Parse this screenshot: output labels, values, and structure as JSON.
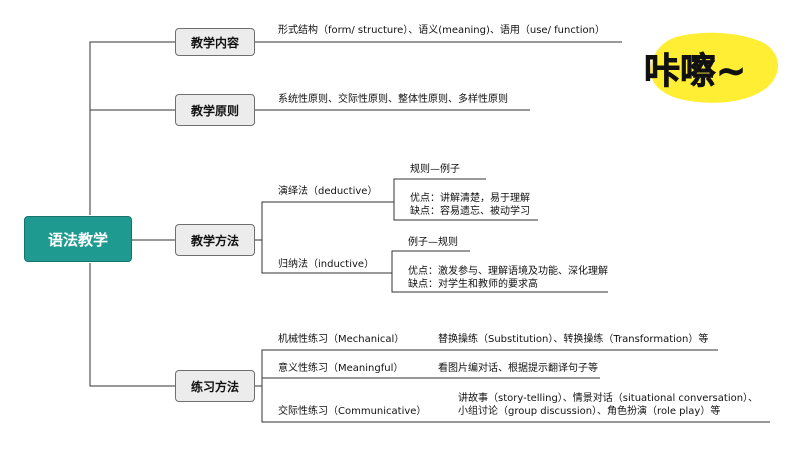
{
  "root": {
    "label": "语法教学"
  },
  "branches": [
    {
      "label": "教学内容",
      "detail": "形式结构（form/ structure）、语义(meaning)、语用（use/ function）"
    },
    {
      "label": "教学原则",
      "detail": "系统性原则、交际性原则、整体性原则、多样性原则"
    },
    {
      "label": "教学方法",
      "methods": [
        {
          "name": "演绎法（deductive）",
          "sequence": "规则—例子",
          "pros": "优点：讲解清楚，易于理解",
          "cons": "缺点：容易遗忘、被动学习"
        },
        {
          "name": "归纳法（inductive）",
          "sequence": "例子—规则",
          "pros": "优点：激发参与、理解语境及功能、深化理解",
          "cons": "缺点：对学生和教师的要求高"
        }
      ]
    },
    {
      "label": "练习方法",
      "practices": [
        {
          "name": "机械性练习（Mechanical）",
          "detail": "替换操练（Substitution）、转换操练（Transformation）等"
        },
        {
          "name": "意义性练习（Meaningful）",
          "detail": "看图片编对话、根据提示翻译句子等"
        },
        {
          "name": "交际性练习（Communicative）",
          "detail_line1": "讲故事（story-telling）、情景对话（situational conversation）、",
          "detail_line2": "小组讨论（group discussion）、角色扮演（role play）等"
        }
      ]
    }
  ],
  "sticker": {
    "text": "咔嚓~",
    "color": "#ffee33"
  }
}
